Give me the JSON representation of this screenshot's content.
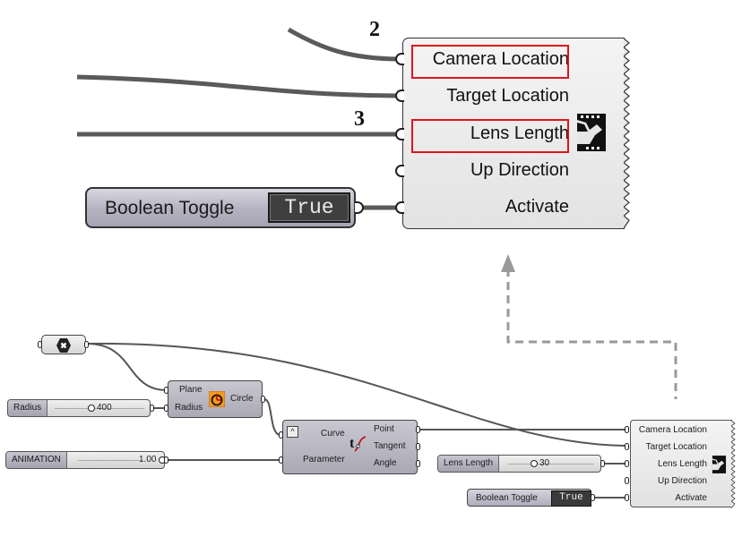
{
  "callouts": {
    "camera_location_marker": "2",
    "lens_length_marker": "3"
  },
  "camera_component_zoomed": {
    "inputs": [
      "Camera Location",
      "Target Location",
      "Lens Length",
      "Up Direction",
      "Activate"
    ],
    "highlighted_inputs": [
      "Camera Location",
      "Lens Length"
    ],
    "highlight_color": "#e0141e",
    "icon": "film-horse-icon"
  },
  "boolean_toggle_zoomed": {
    "label": "Boolean Toggle",
    "value": "True"
  },
  "canvas": {
    "params": {
      "icon": "close-hex-icon"
    },
    "radius_slider": {
      "label": "Radius",
      "value": "400"
    },
    "animation_slider": {
      "label": "ANIMATION",
      "value": "1.00"
    },
    "circle_component": {
      "inputs": [
        "Plane",
        "Radius"
      ],
      "output": "Circle",
      "icon": "circle-icon"
    },
    "eval_curve_component": {
      "inputs": [
        "Curve",
        "Parameter"
      ],
      "outputs": [
        "Point",
        "Tangent",
        "Angle"
      ],
      "icon": "eval-curve-icon",
      "toggle_icon": "caret-up-icon"
    },
    "lens_slider": {
      "label": "Lens Length",
      "value": "30"
    },
    "boolean_toggle": {
      "label": "Boolean Toggle",
      "value": "True"
    },
    "camera_component": {
      "inputs": [
        "Camera Location",
        "Target Location",
        "Lens Length",
        "Up Direction",
        "Activate"
      ],
      "icon": "film-horse-icon"
    }
  },
  "annotation_arrow": {
    "style": "dashed",
    "direction": "up",
    "color": "#9a9a9a"
  }
}
